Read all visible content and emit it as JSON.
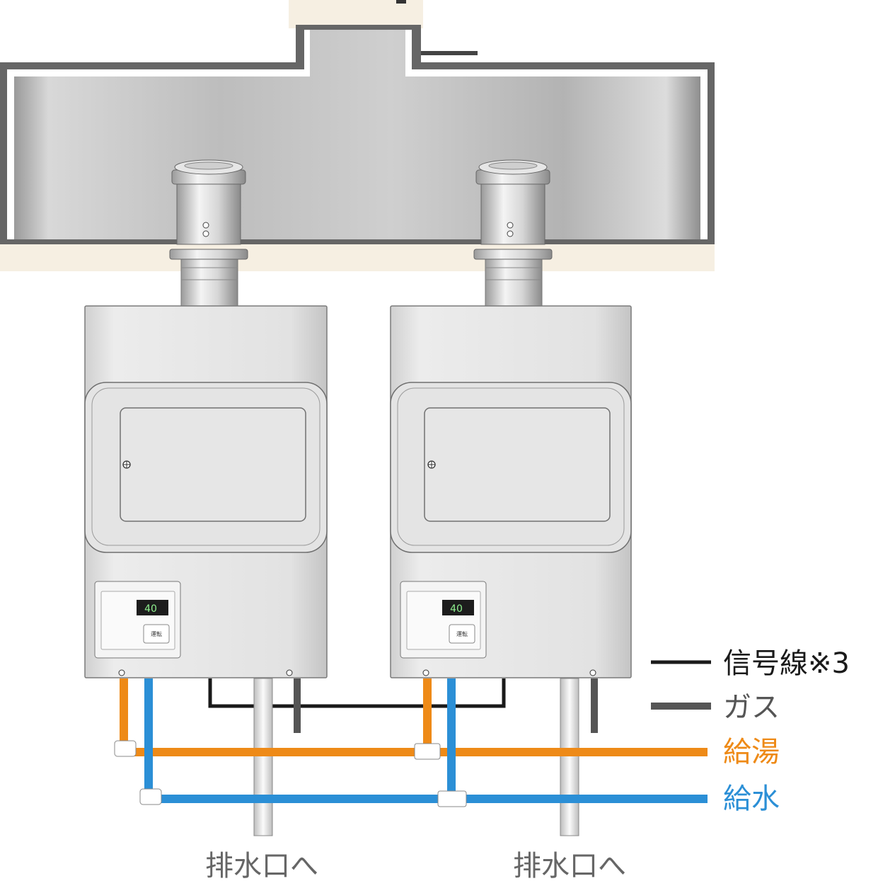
{
  "legend": {
    "signal": {
      "label": "信号線※3",
      "color": "#1a1a1a"
    },
    "gas": {
      "label": "ガス",
      "color": "#555555"
    },
    "hot_supply": {
      "label": "給湯",
      "color": "#ee8a17"
    },
    "water_supply": {
      "label": "給水",
      "color": "#2b8fd6"
    }
  },
  "drain_label_left": "排水口へ",
  "drain_label_right": "排水口へ",
  "remote_display": {
    "left": "40",
    "right": "40"
  },
  "remote_button": "運転"
}
